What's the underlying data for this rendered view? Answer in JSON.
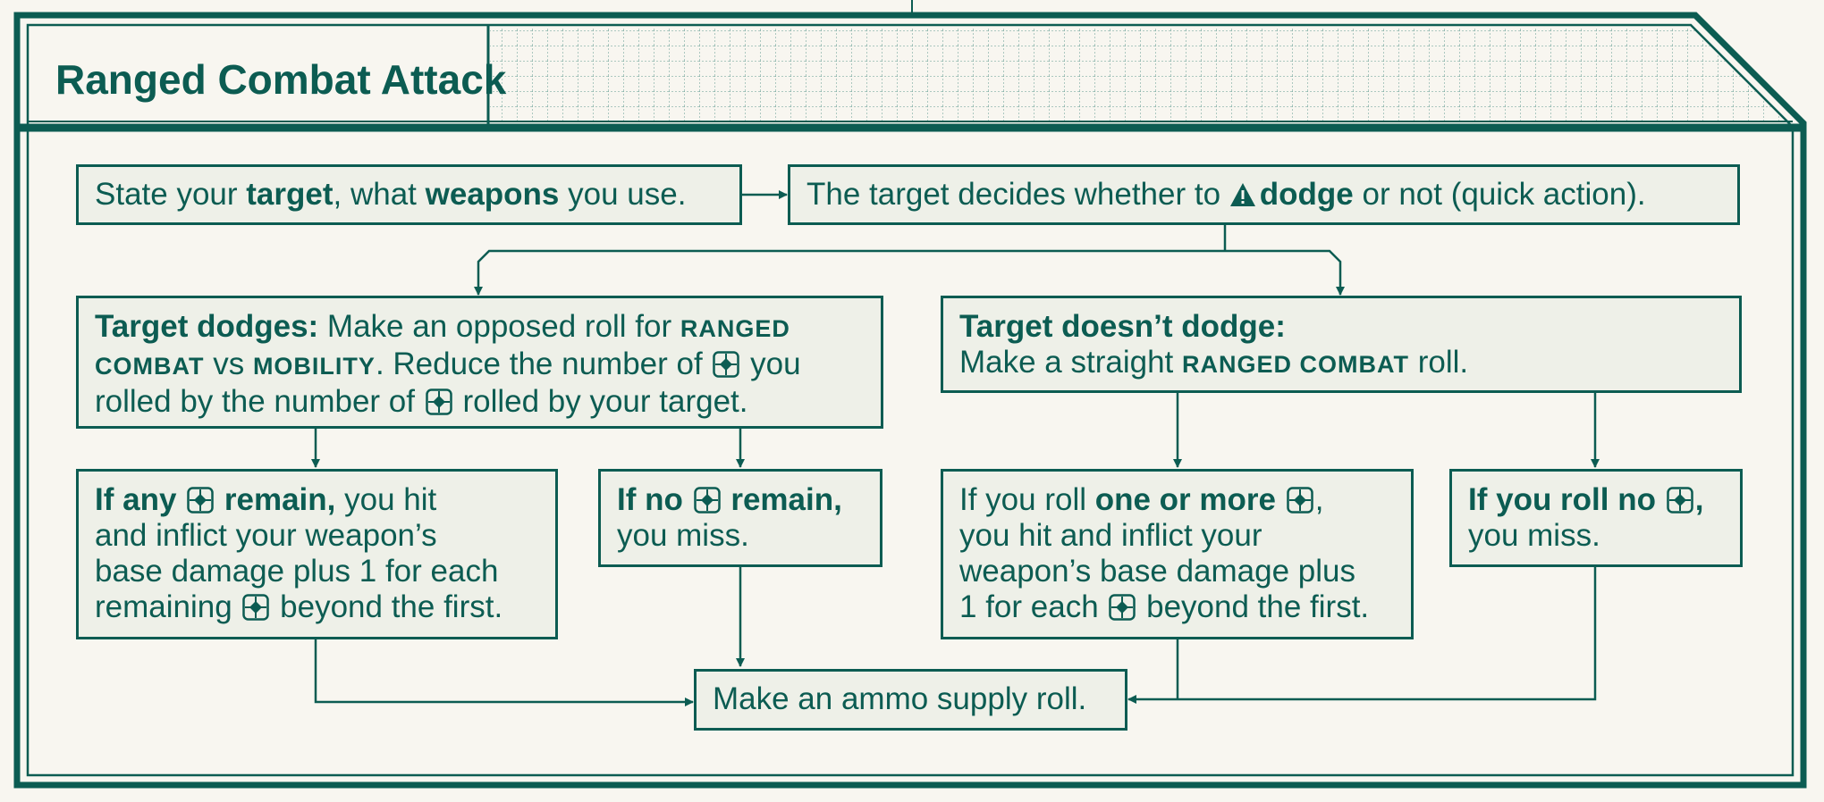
{
  "title": "Ranged Combat Attack",
  "colors": {
    "ink": "#0c5c52",
    "paper": "#f8f6f0",
    "box_fill": "#eef0e8"
  },
  "icons": {
    "success": "crosshair-success-icon",
    "warning": "warning-triangle-icon"
  },
  "nodes": {
    "state": {
      "t1": "State your ",
      "b1": "target",
      "t2": ", what ",
      "b2": "weapons",
      "t3": " you use."
    },
    "decide": {
      "t1": "The target decides whether to ",
      "b1": "dodge",
      "t2": " or not (quick action)."
    },
    "dodges": {
      "head": "Target dodges:",
      "t1": " Make an opposed roll for ",
      "sc1": "RANGED",
      "sc2": "COMBAT",
      "t2": " vs ",
      "sc3": "MOBILITY",
      "t3": ". Reduce the number of ",
      "t4": " you",
      "t5": "rolled by the number of ",
      "t6": " rolled by your target."
    },
    "nododge": {
      "head": "Target doesn’t dodge:",
      "t1": "Make a straight ",
      "sc1": "RANGED COMBAT",
      "t2": " roll."
    },
    "anyremain": {
      "b1": "If any ",
      "b2": " remain,",
      "t1": " you hit",
      "l2": "and inflict your weapon’s",
      "l3": "base damage plus 1 for each",
      "t2": "remaining ",
      "t3": " beyond the first."
    },
    "noremain": {
      "b1": "If no ",
      "b2": " remain,",
      "l2": "you miss."
    },
    "onemore": {
      "t1": "If you roll ",
      "b1": "one or more ",
      "t2": ",",
      "l2": "you hit and inflict your",
      "l3": "weapon’s base damage plus",
      "t3": "1 for each ",
      "t4": " beyond the first."
    },
    "rollno": {
      "b1": "If you roll no ",
      "b2": ",",
      "l2": "you miss."
    },
    "ammo": {
      "t1": "Make an ammo supply roll."
    }
  }
}
